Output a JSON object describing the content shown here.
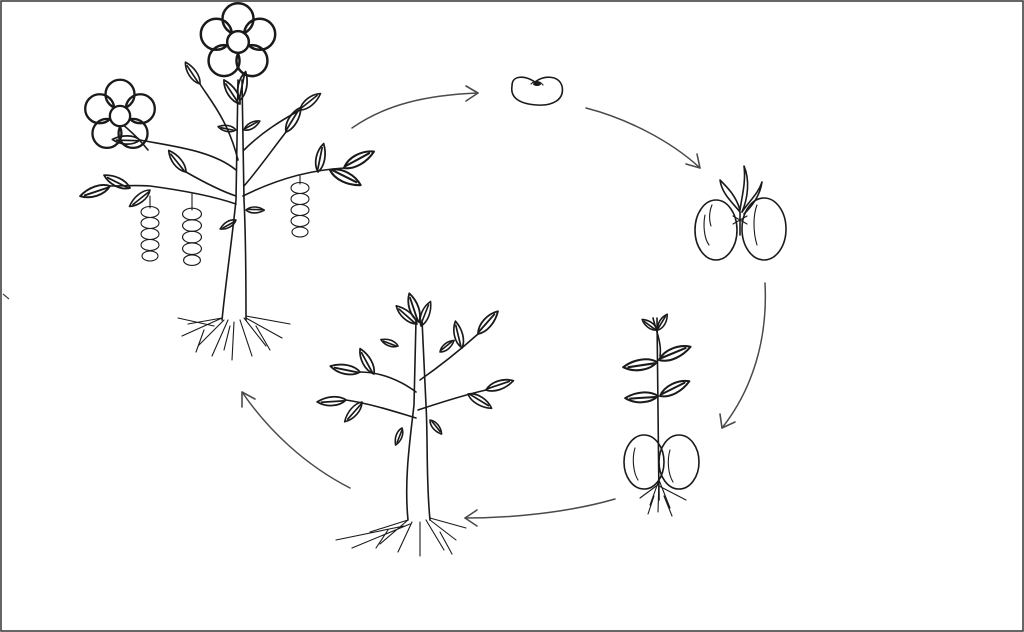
{
  "diagram": {
    "type": "cycle",
    "stages": [
      {
        "id": "seed",
        "icon": "bean-seed-icon"
      },
      {
        "id": "germinating-seed",
        "icon": "germinating-seed-icon"
      },
      {
        "id": "seedling",
        "icon": "seedling-icon"
      },
      {
        "id": "young-plant",
        "icon": "young-plant-icon"
      },
      {
        "id": "mature-plant",
        "icon": "flowering-plant-with-pods-icon"
      }
    ],
    "arrows": [
      {
        "from": "seed",
        "to": "germinating-seed"
      },
      {
        "from": "germinating-seed",
        "to": "seedling"
      },
      {
        "from": "seedling",
        "to": "young-plant"
      },
      {
        "from": "young-plant",
        "to": "mature-plant"
      },
      {
        "from": "mature-plant",
        "to": "seed"
      }
    ],
    "colors": {
      "ink": "#1a1a1a",
      "arrow": "#4a4a4a",
      "background": "#ffffff",
      "frame": "#333333"
    }
  }
}
